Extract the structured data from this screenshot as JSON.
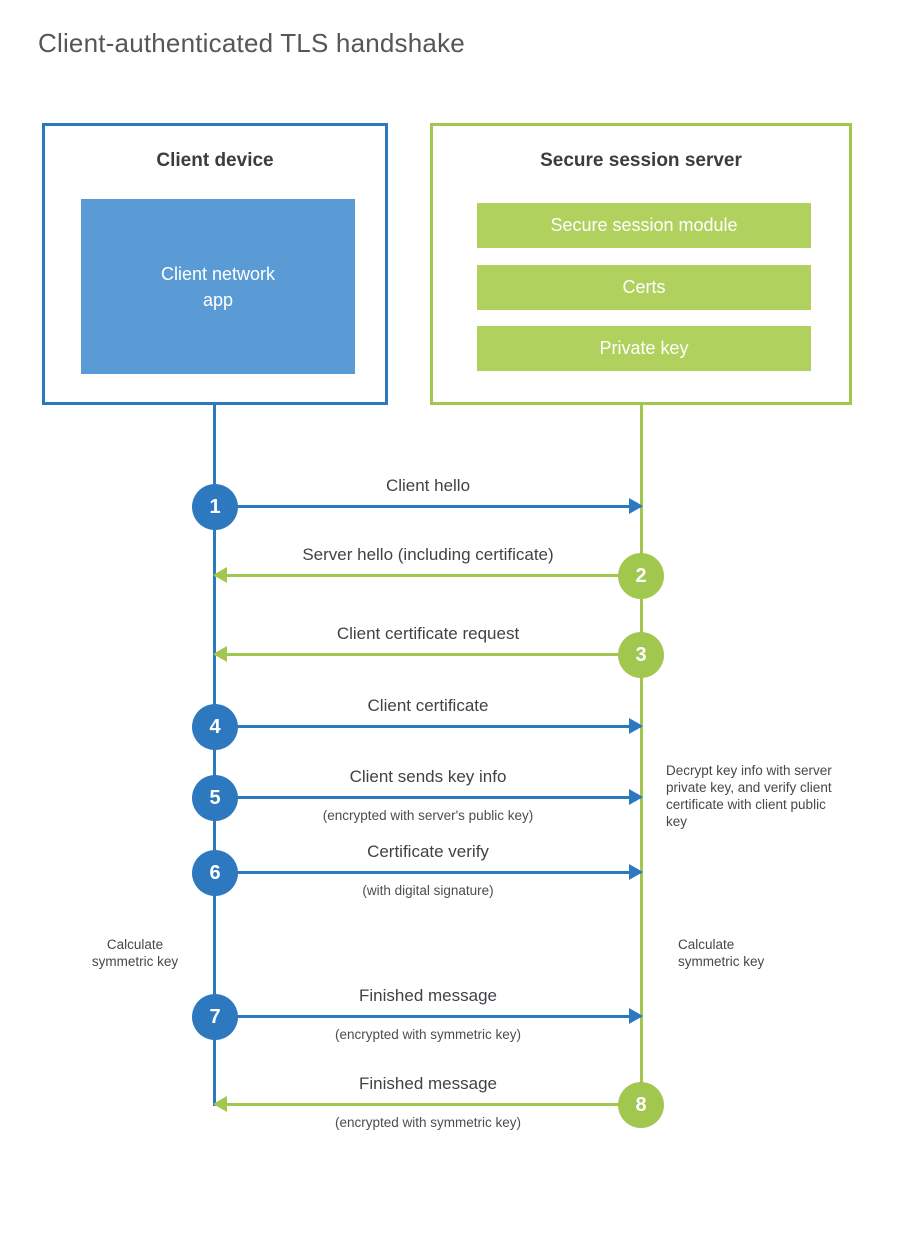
{
  "title": "Client-authenticated TLS handshake",
  "client": {
    "title": "Client device",
    "module": "Client network\napp"
  },
  "server": {
    "title": "Secure session server",
    "modules": [
      "Secure session module",
      "Certs",
      "Private key"
    ]
  },
  "steps": [
    {
      "num": "1",
      "direction": "right",
      "label": "Client hello",
      "sub": ""
    },
    {
      "num": "2",
      "direction": "left",
      "label": "Server hello (including certificate)",
      "sub": ""
    },
    {
      "num": "3",
      "direction": "left",
      "label": "Client certificate request",
      "sub": ""
    },
    {
      "num": "4",
      "direction": "right",
      "label": "Client certificate",
      "sub": ""
    },
    {
      "num": "5",
      "direction": "right",
      "label": "Client sends key info",
      "sub": "(encrypted with server's public key)"
    },
    {
      "num": "6",
      "direction": "right",
      "label": "Certificate verify",
      "sub": "(with digital signature)"
    },
    {
      "num": "7",
      "direction": "right",
      "label": "Finished message",
      "sub": "(encrypted with symmetric key)"
    },
    {
      "num": "8",
      "direction": "left",
      "label": "Finished message",
      "sub": "(encrypted with symmetric key)"
    }
  ],
  "notes": {
    "decrypt": "Decrypt key info with server private key, and verify client certificate with client public key",
    "calc_left": "Calculate\nsymmetric key",
    "calc_right": "Calculate\nsymmetric key"
  },
  "colors": {
    "blue": "#2d79bf",
    "blue_fill": "#5b9bd5",
    "green": "#a2c74f",
    "green_fill": "#b1d15f"
  }
}
